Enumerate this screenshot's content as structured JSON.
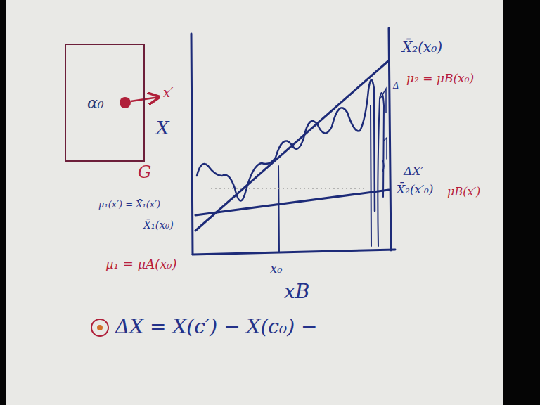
{
  "diagram": {
    "nodes": [
      {
        "text": [
          "α₀"
        ]
      }
    ],
    "labels": [
      "x′",
      "X",
      "G",
      "X̄₂(x₀)",
      "μ₂ = μB(x₀)",
      "Δ",
      "ΔX′",
      "X̄₂(x′₀)",
      "μB(x′)",
      "μ₁(x′) = X̄₁(x′)",
      "X̄₁(x₀)",
      "μ₁ = μA(x₀)",
      "x₀",
      "xB",
      "ΔX = X(c′) − X(c₀) −"
    ]
  }
}
